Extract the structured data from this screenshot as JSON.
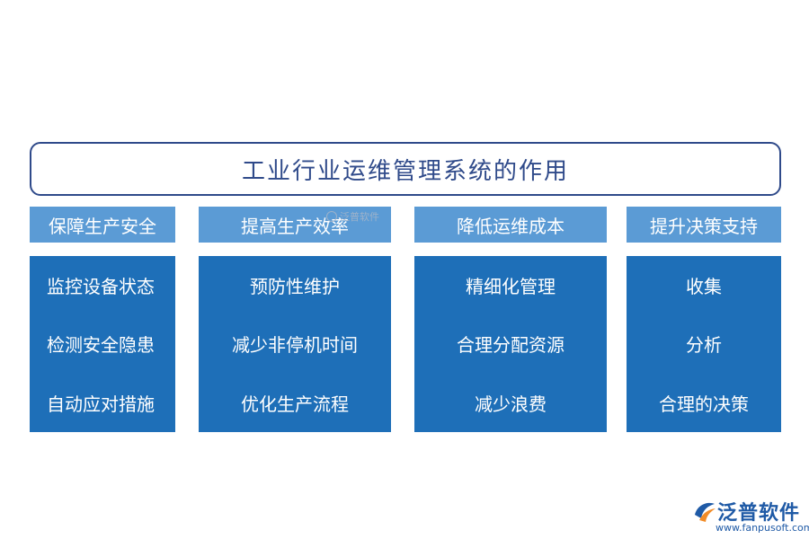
{
  "title": "工业行业运维管理系统的作用",
  "columns": [
    {
      "header": "保障生产安全",
      "items": [
        "监控设备状态",
        "检测安全隐患",
        "自动应对措施"
      ]
    },
    {
      "header": "提高生产效率",
      "items": [
        "预防性维护",
        "减少非停机时间",
        "优化生产流程"
      ]
    },
    {
      "header": "降低运维成本",
      "items": [
        "精细化管理",
        "合理分配资源",
        "减少浪费"
      ]
    },
    {
      "header": "提升决策支持",
      "items": [
        "收集",
        "分析",
        "合理的决策"
      ]
    }
  ],
  "watermark": "泛普软件",
  "logo": {
    "name": "泛普软件",
    "url": "www.fanpusoft.com"
  },
  "colors": {
    "title_border": "#2f4a8a",
    "header_bg": "#5b9bd5",
    "body_bg": "#1e6fb8"
  }
}
